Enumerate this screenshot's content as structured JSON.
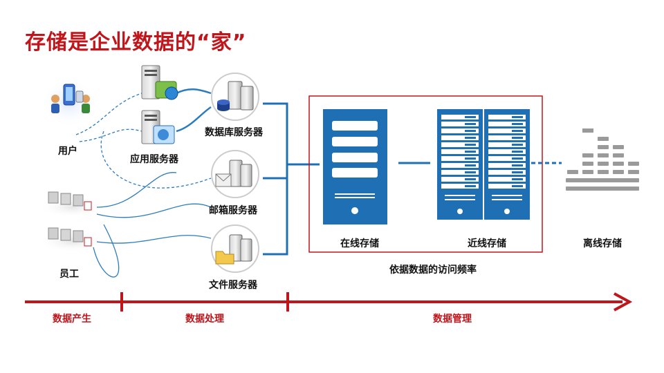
{
  "title": "存储是企业数据的“家”",
  "nodes": {
    "users": "用户",
    "employees": "员工",
    "app_server": "应用服务器",
    "db_server": "数据库服务器",
    "mail_server": "邮箱服务器",
    "file_server": "文件服务器",
    "online_storage": "在线存储",
    "nearline_storage": "近线存储",
    "offline_storage": "离线存储"
  },
  "caption": "依据数据的访问频率",
  "timeline": {
    "stages": [
      "数据产生",
      "数据处理",
      "数据管理"
    ]
  },
  "colors": {
    "title_red": "#c0151b",
    "storage_blue": "#1f6fb5",
    "accent_red": "#c0151b",
    "tape_gray": "#9a9a9a"
  }
}
